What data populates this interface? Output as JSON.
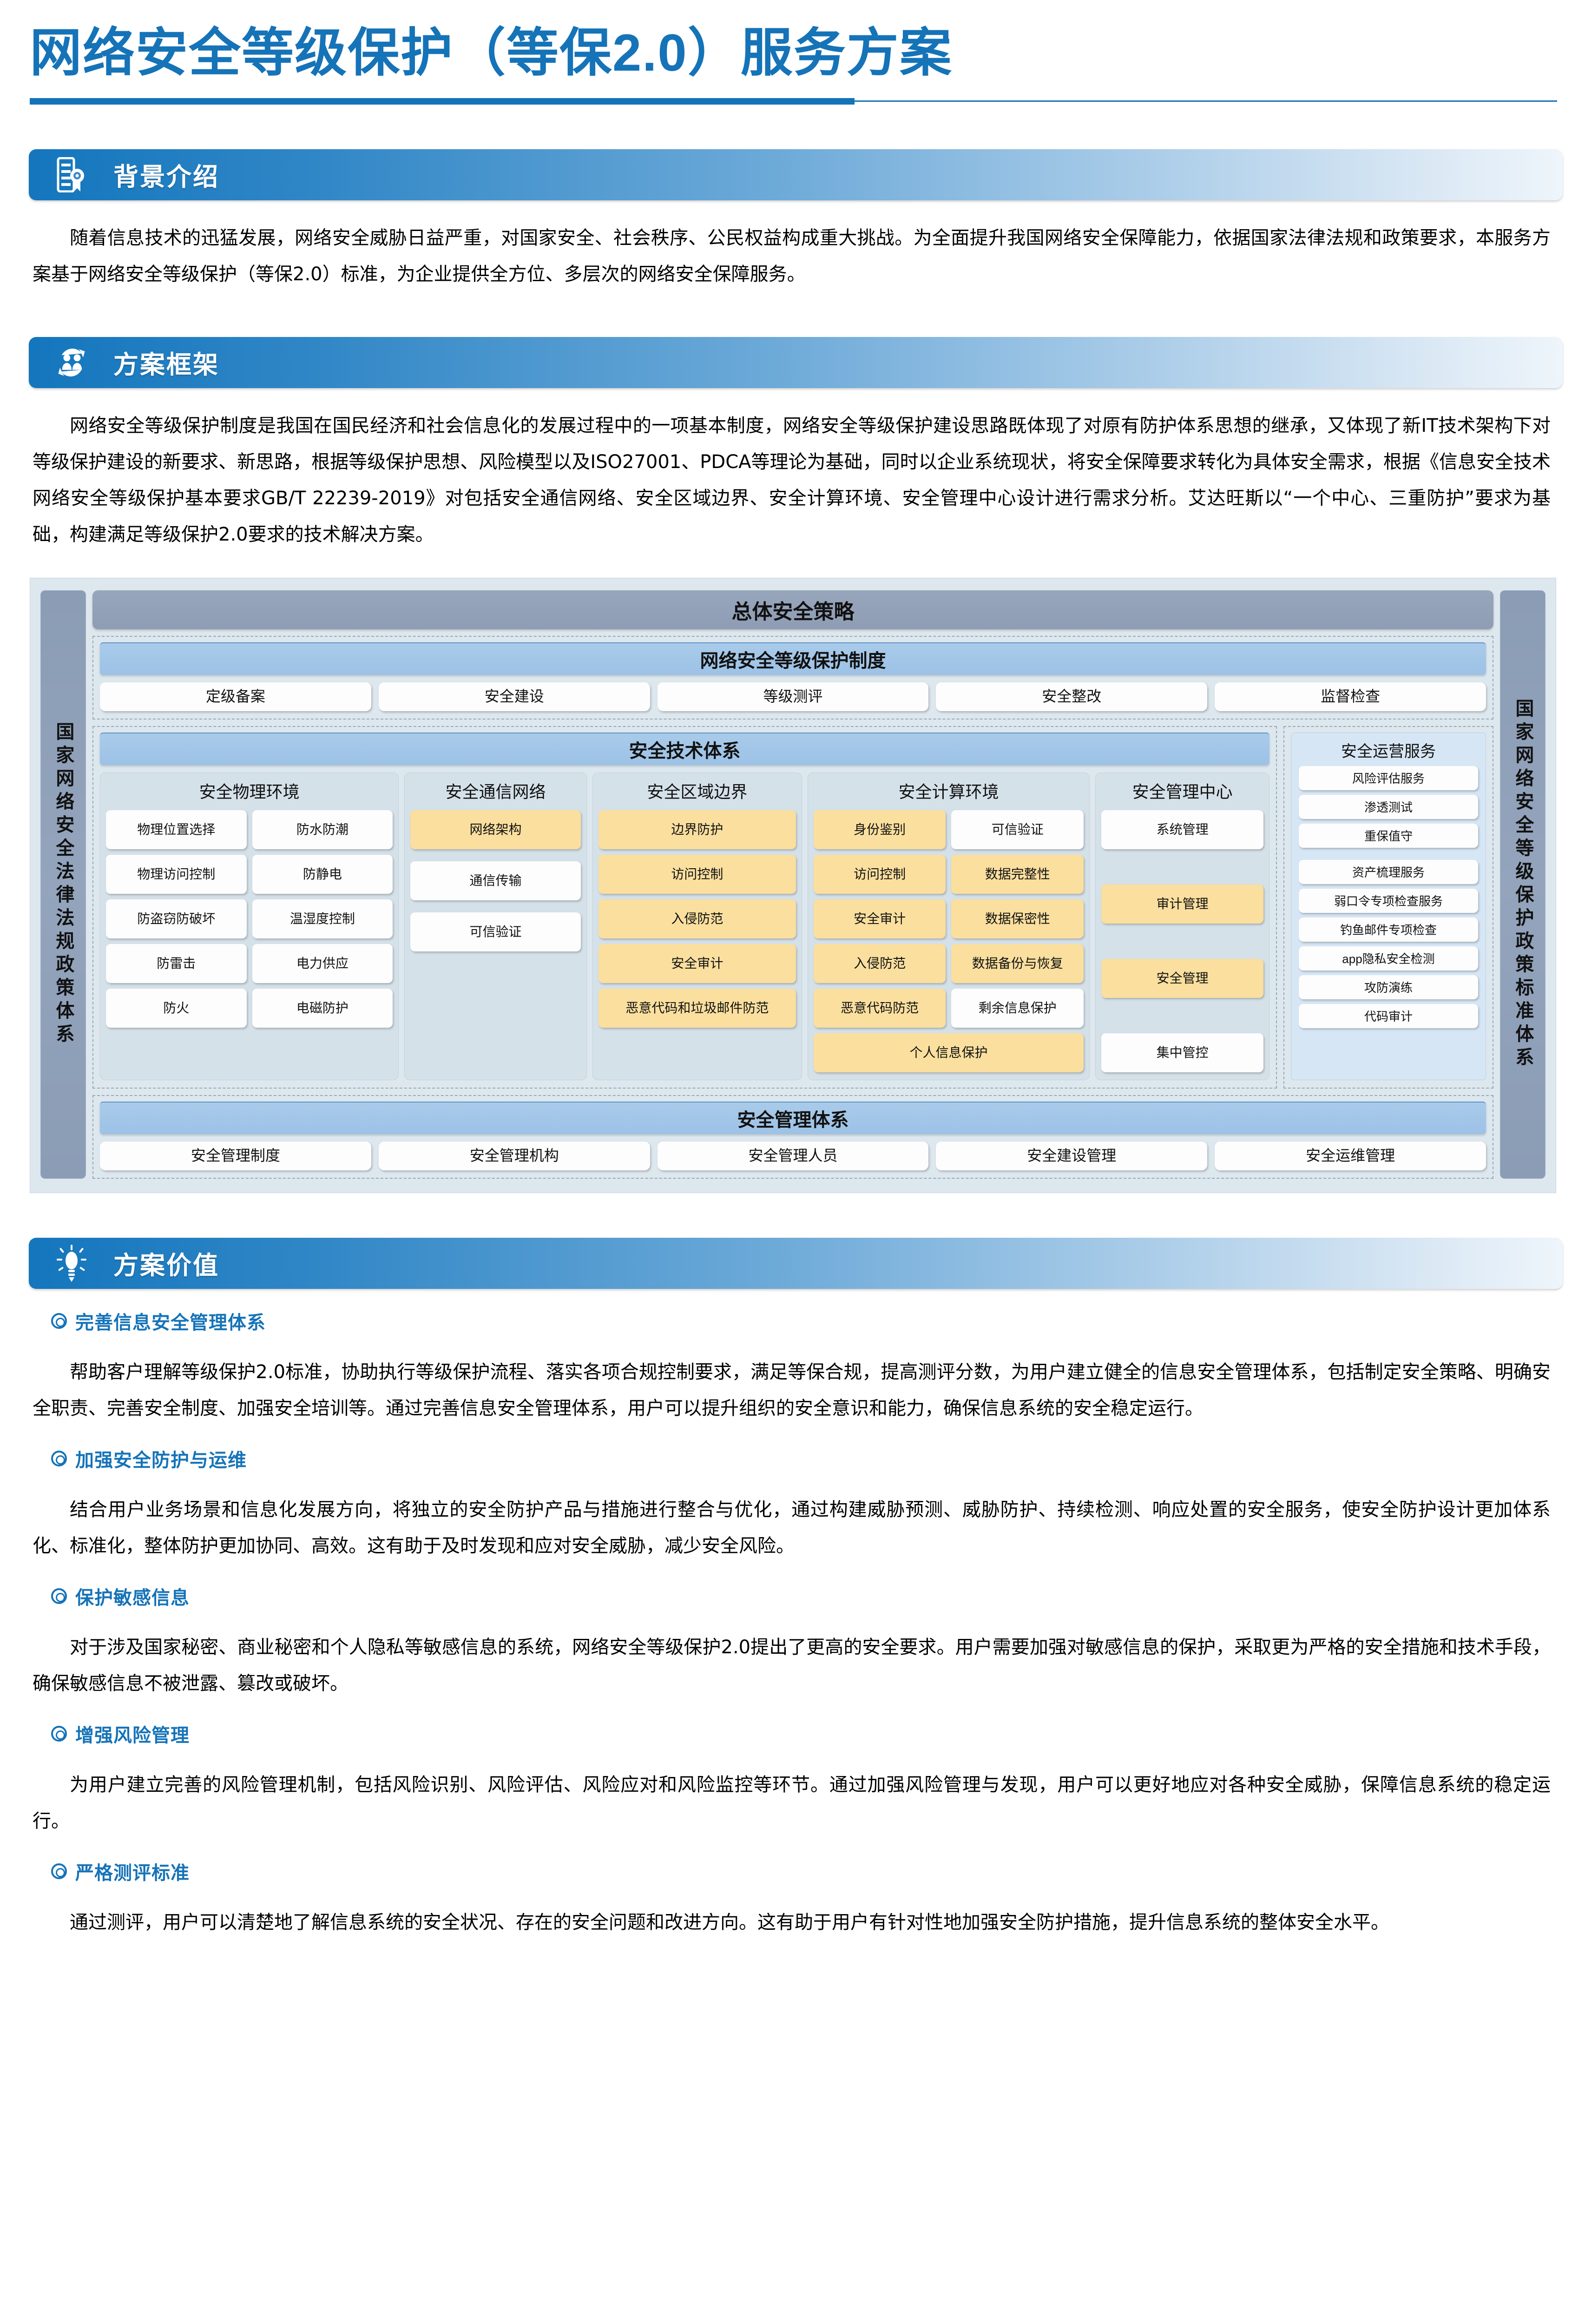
{
  "title": {
    "bold_part": "网络安全等级保护（等保2.0）",
    "light_part": "服务方案"
  },
  "sections": [
    {
      "heading": "背景介绍",
      "icon": "certificate-icon",
      "paragraph": "随着信息技术的迅猛发展，网络安全威胁日益严重，对国家安全、社会秩序、公民权益构成重大挑战。为全面提升我国网络安全保障能力，依据国家法律法规和政策要求，本服务方案基于网络安全等级保护（等保2.0）标准，为企业提供全方位、多层次的网络安全保障服务。"
    },
    {
      "heading": "方案框架",
      "icon": "people-cycle-icon",
      "paragraph": "网络安全等级保护制度是我国在国民经济和社会信息化的发展过程中的一项基本制度，网络安全等级保护建设思路既体现了对原有防护体系思想的继承，又体现了新IT技术架构下对等级保护建设的新要求、新思路，根据等级保护思想、风险模型以及ISO27001、PDCA等理论为基础，同时以企业系统现状，将安全保障要求转化为具体安全需求，根据《信息安全技术网络安全等级保护基本要求GB/T 22239-2019》对包括安全通信网络、安全区域边界、安全计算环境、安全管理中心设计进行需求分析。艾达旺斯以“一个中心、三重防护”要求为基础，构建满足等级保护2.0要求的技术解决方案。"
    },
    {
      "heading": "方案价值",
      "icon": "lightbulb-icon"
    }
  ],
  "diagram": {
    "left_band_text": "国家网络安全法律法规政策体系",
    "right_band_text": "国家网络安全等级保护政策标准体系",
    "overall_strategy": "总体安全策略",
    "protection_system": {
      "title": "网络安全等级保护制度",
      "items": [
        "定级备案",
        "安全建设",
        "等级测评",
        "安全整改",
        "监督检查"
      ]
    },
    "tech_system": {
      "title": "安全技术体系",
      "columns": [
        {
          "title": "安全物理环境",
          "layout": "two-col",
          "items": [
            {
              "label": "物理位置选择",
              "color": "white"
            },
            {
              "label": "防水防潮",
              "color": "white"
            },
            {
              "label": "物理访问控制",
              "color": "white"
            },
            {
              "label": "防静电",
              "color": "white"
            },
            {
              "label": "防盗窃防破坏",
              "color": "white"
            },
            {
              "label": "温湿度控制",
              "color": "white"
            },
            {
              "label": "防雷击",
              "color": "white"
            },
            {
              "label": "电力供应",
              "color": "white"
            },
            {
              "label": "防火",
              "color": "white"
            },
            {
              "label": "电磁防护",
              "color": "white"
            }
          ]
        },
        {
          "title": "安全通信网络",
          "layout": "one-col",
          "items": [
            {
              "label": "网络架构",
              "color": "yellow"
            },
            {
              "label": "通信传输",
              "color": "white"
            },
            {
              "label": "可信验证",
              "color": "white"
            }
          ]
        },
        {
          "title": "安全区域边界",
          "layout": "one-col",
          "items": [
            {
              "label": "边界防护",
              "color": "yellow"
            },
            {
              "label": "访问控制",
              "color": "yellow"
            },
            {
              "label": "入侵防范",
              "color": "yellow"
            },
            {
              "label": "安全审计",
              "color": "yellow"
            },
            {
              "label": "恶意代码和垃圾邮件防范",
              "color": "yellow"
            }
          ]
        },
        {
          "title": "安全计算环境",
          "layout": "two-col",
          "items": [
            {
              "label": "身份鉴别",
              "color": "yellow"
            },
            {
              "label": "可信验证",
              "color": "white"
            },
            {
              "label": "访问控制",
              "color": "yellow"
            },
            {
              "label": "数据完整性",
              "color": "yellow"
            },
            {
              "label": "安全审计",
              "color": "yellow"
            },
            {
              "label": "数据保密性",
              "color": "yellow"
            },
            {
              "label": "入侵防范",
              "color": "yellow"
            },
            {
              "label": "数据备份与恢复",
              "color": "yellow"
            },
            {
              "label": "恶意代码防范",
              "color": "yellow"
            },
            {
              "label": "剩余信息保护",
              "color": "white"
            },
            {
              "label": "个人信息保护",
              "color": "yellow"
            }
          ]
        },
        {
          "title": "安全管理中心",
          "layout": "one-col",
          "items": [
            {
              "label": "系统管理",
              "color": "white"
            },
            {
              "label": "审计管理",
              "color": "yellow"
            },
            {
              "label": "安全管理",
              "color": "yellow"
            },
            {
              "label": "集中管控",
              "color": "white"
            }
          ]
        }
      ]
    },
    "ops_services": {
      "title": "安全运营服务",
      "group_a": [
        "风险评估服务",
        "渗透测试",
        "重保值守"
      ],
      "group_b": [
        "资产梳理服务",
        "弱口令专项检查服务",
        "钓鱼邮件专项检查",
        "app隐私安全检测",
        "攻防演练",
        "代码审计"
      ]
    },
    "mgmt_system": {
      "title": "安全管理体系",
      "items": [
        "安全管理制度",
        "安全管理机构",
        "安全管理人员",
        "安全建设管理",
        "安全运维管理"
      ]
    }
  },
  "values": [
    {
      "heading": "完善信息安全管理体系",
      "body": "帮助客户理解等级保护2.0标准，协助执行等级保护流程、落实各项合规控制要求，满足等保合规，提高测评分数，为用户建立健全的信息安全管理体系，包括制定安全策略、明确安全职责、完善安全制度、加强安全培训等。通过完善信息安全管理体系，用户可以提升组织的安全意识和能力，确保信息系统的安全稳定运行。"
    },
    {
      "heading": "加强安全防护与运维",
      "body": "结合用户业务场景和信息化发展方向，将独立的安全防护产品与措施进行整合与优化，通过构建威胁预测、威胁防护、持续检测、响应处置的安全服务，使安全防护设计更加体系化、标准化，整体防护更加协同、高效。这有助于及时发现和应对安全威胁，减少安全风险。"
    },
    {
      "heading": "保护敏感信息",
      "body": "对于涉及国家秘密、商业秘密和个人隐私等敏感信息的系统，网络安全等级保护2.0提出了更高的安全要求。用户需要加强对敏感信息的保护，采取更为严格的安全措施和技术手段，确保敏感信息不被泄露、篡改或破坏。"
    },
    {
      "heading": "增强风险管理",
      "body": "为用户建立完善的风险管理机制，包括风险识别、风险评估、风险应对和风险监控等环节。通过加强风险管理与发现，用户可以更好地应对各种安全威胁，保障信息系统的稳定运行。"
    },
    {
      "heading": "严格测评标准",
      "body": "通过测评，用户可以清楚地了解信息系统的安全状况、存在的安全问题和改进方向。这有助于用户有针对性地加强安全防护措施，提升信息系统的整体安全水平。"
    }
  ],
  "colors": {
    "brand_blue": "#1573b8",
    "band_gray_blue": "#8e9db4",
    "band_light_blue": "#9cc2e6",
    "chip_yellow": "#fadf9e",
    "diagram_bg": "#dde7ee"
  }
}
